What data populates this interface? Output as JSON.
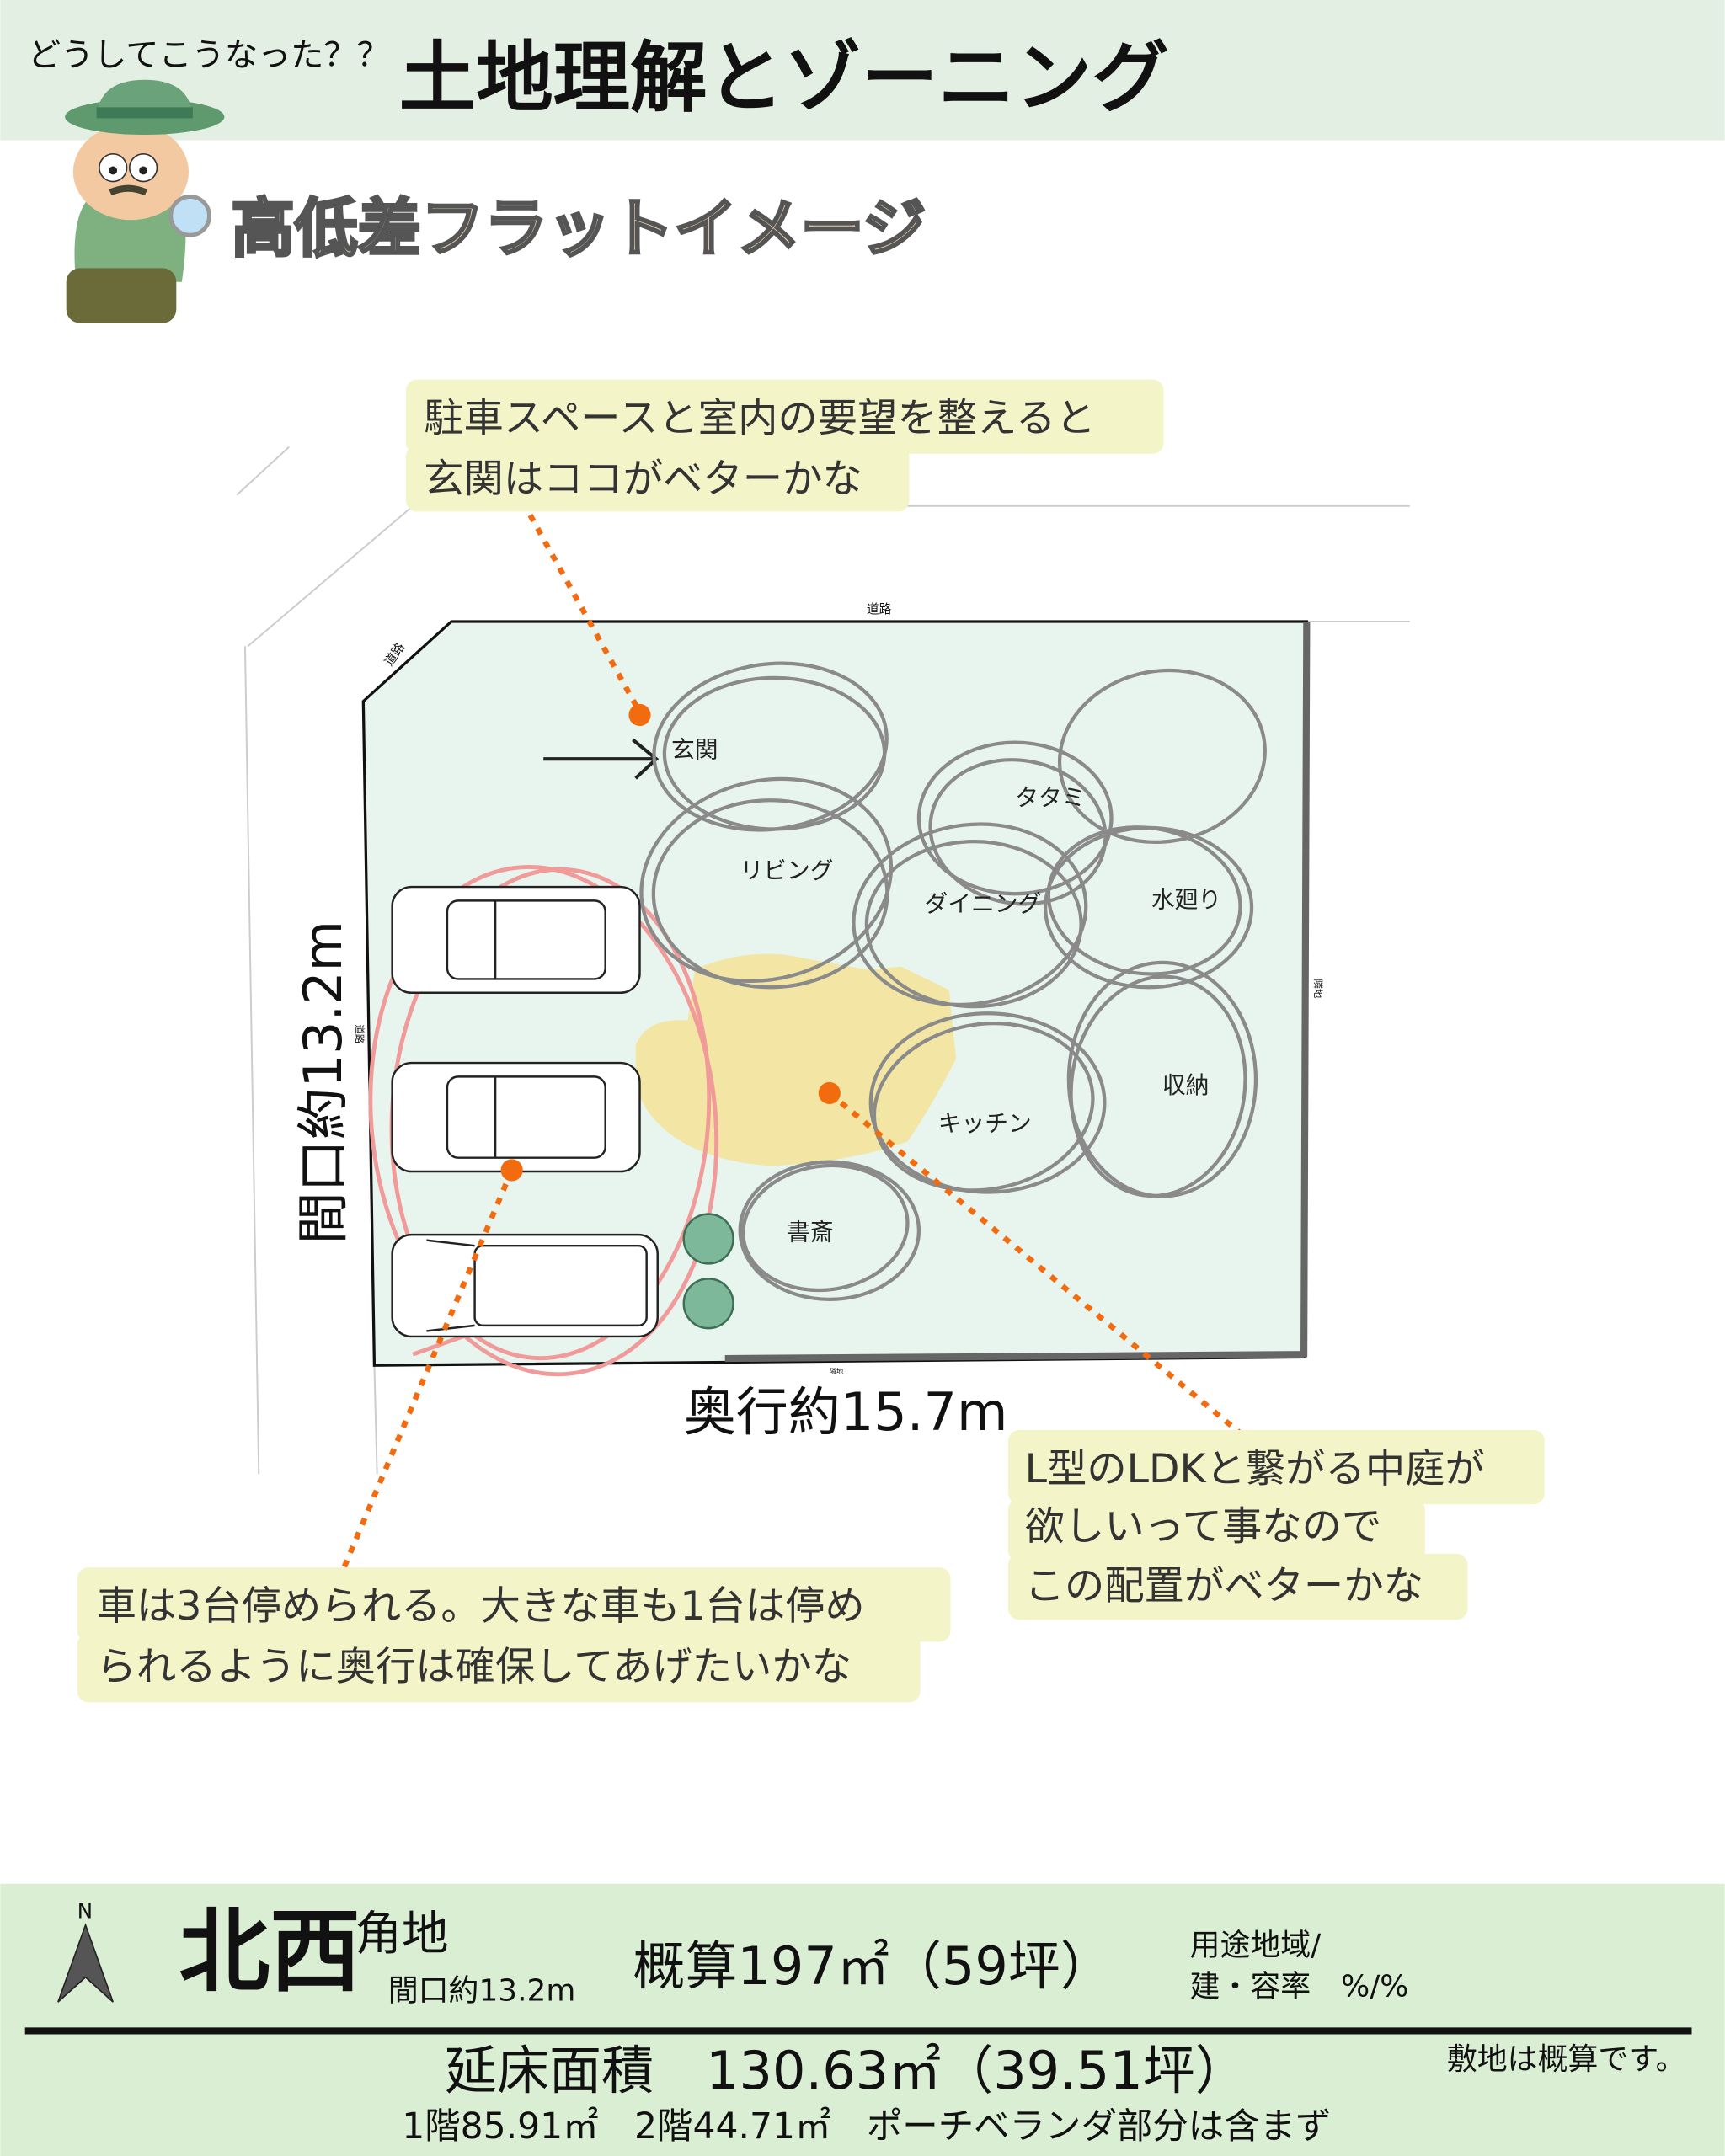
{
  "header": {
    "kicker": "どうしてこうなった？？",
    "title": "土地理解とゾーニング",
    "subtitle": "高低差フラットイメージ"
  },
  "plan": {
    "road_top": "道路",
    "road_diag": "道路",
    "road_left": "道路",
    "neighbor_right": "隣地",
    "neighbor_bottom": "隣地",
    "width_label": "間口約13.2m",
    "depth_label": "奥行約15.7m",
    "rooms": [
      "玄関",
      "リビング",
      "タタミ",
      "ダイニング",
      "水廻り",
      "キッチン",
      "収納",
      "書斎"
    ]
  },
  "callouts": {
    "entrance": [
      "駐車スペースと室内の要望を整えると",
      "玄関はココがベターかな"
    ],
    "courtyard": [
      "L型のLDKと繋がる中庭が",
      "欲しいって事なので",
      "この配置がベターかな"
    ],
    "parking": [
      "車は3台停められる。大きな車も1台は停め",
      "られるように奥行は確保してあげたいかな"
    ]
  },
  "footer": {
    "north": "N",
    "direction": "北西",
    "corner": "角地",
    "frontage": "間口約13.2m",
    "area": "概算197㎡（59坪）",
    "zoning_line1": "用途地域/",
    "zoning_line2": "建・容率　%/%",
    "floor_area": "延床面積　130.63㎡（39.51坪）",
    "floor_detail": "1階85.91㎡　2階44.71㎡　ポーチベランダ部分は含まず",
    "note": "敷地は概算です。"
  },
  "colors": {
    "header_bg": "#e4efe3",
    "footer_bg": "#d9eed3",
    "callout_bg": "#f3f4c8",
    "accent_dot": "#f26b0f",
    "site_fill": "#e8f4ee"
  }
}
